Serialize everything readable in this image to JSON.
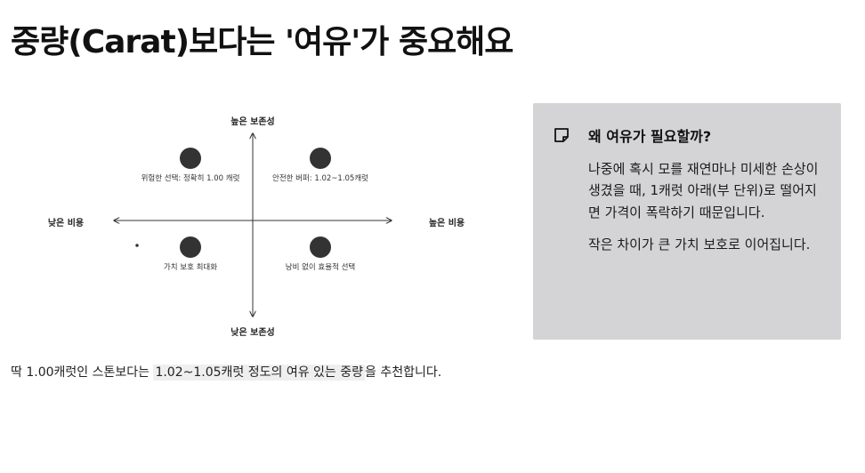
{
  "title": "중량(Carat)보다는 '여유'가 중요해요",
  "diagram": {
    "axis": {
      "top": "높은 보존성",
      "bottom": "낮은 보존성",
      "left": "낮은 비용",
      "right": "높은 비용"
    },
    "quadrants": {
      "top_left": {
        "icon": "warning-triangle-icon",
        "text": "위험한 선택: 정확히 1.00 캐럿"
      },
      "top_right": {
        "icon": "shield-check-icon",
        "text": "안전한 버퍼: 1.02~1.05캐럿"
      },
      "bottom_left": {
        "icon": "certificate-icon",
        "text": "가치 보호 최대화"
      },
      "bottom_right": {
        "icon": "balance-scale-icon",
        "text": "낭비 없이 효율적 선택"
      }
    }
  },
  "note": {
    "icon": "sticky-note-icon",
    "title": "왜 여유가 필요할까?",
    "paragraph1": "나중에 혹시 모를 재연마나 미세한 손상이 생겼을 때, 1캐럿 아래(부 단위)로 떨어지면 가격이 폭락하기 때문입니다.",
    "paragraph2": "작은 차이가 큰 가치 보호로 이어집니다."
  },
  "footer": {
    "before": "딱 1.00캐럿인 스톤보다는 ",
    "highlight": "1.02~1.05캐럿 정도의 여유 있는 중량",
    "after": "을 추천합니다."
  }
}
